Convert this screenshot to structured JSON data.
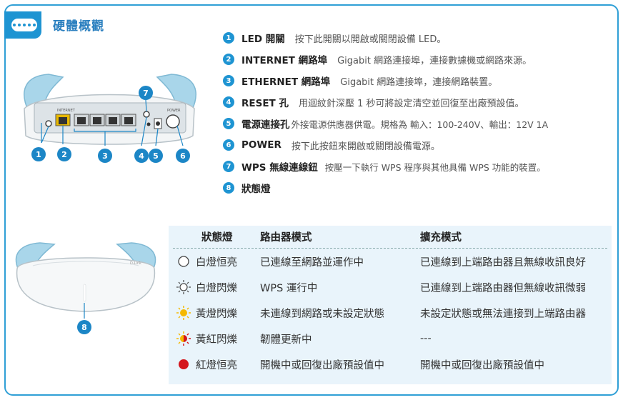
{
  "header": {
    "title": "硬體概觀",
    "logo_icon": "router-icon"
  },
  "features": [
    {
      "num": "1",
      "name": "LED 開關",
      "desc": "按下此開關以開啟或關閉設備 LED。"
    },
    {
      "num": "2",
      "name": "INTERNET 網路埠",
      "desc": "Gigabit 網路連接埠，連接數據機或網路來源。"
    },
    {
      "num": "3",
      "name": "ETHERNET 網路埠",
      "desc": "Gigabit 網路連接埠，連接網路裝置。"
    },
    {
      "num": "4",
      "name": "RESET 孔",
      "desc": "用迴紋針深壓 1 秒可將設定清空並回復至出廠預設值。"
    },
    {
      "num": "5",
      "name": "電源連接孔",
      "desc": "外接電源供應器供電。規格為 輸入：100-240V、輸出：12V 1A"
    },
    {
      "num": "6",
      "name": "POWER",
      "desc": "按下此按鈕來開啟或關閉設備電源。"
    },
    {
      "num": "7",
      "name": "WPS 無線連線鈕",
      "desc": "按壓一下執行 WPS 程序與其他具備 WPS 功能的裝置。"
    },
    {
      "num": "8",
      "name": "狀態燈",
      "desc": ""
    }
  ],
  "rear_callouts": [
    "1",
    "2",
    "3",
    "4",
    "5",
    "6",
    "7"
  ],
  "front_callout": "8",
  "device_labels": {
    "internet": "INTERNET",
    "power": "POWER",
    "dlink": "D-Link"
  },
  "status_table": {
    "headers": [
      "狀態燈",
      "路由器模式",
      "擴充模式"
    ],
    "rows": [
      {
        "icon": "white-solid-icon",
        "light": "白燈恒亮",
        "router": "已連線至網路並運作中",
        "extender": "已連線到上端路由器且無線收訊良好"
      },
      {
        "icon": "white-blink-icon",
        "light": "白燈閃爍",
        "router": "WPS 運行中",
        "extender": "已連線到上端路由器但無線收訊微弱"
      },
      {
        "icon": "amber-blink-icon",
        "light": "黃燈閃爍",
        "router": "未連線到網路或未設定狀態",
        "extender": "未設定狀態或無法連接到上端路由器"
      },
      {
        "icon": "amber-red-blink-icon",
        "light": "黃紅閃爍",
        "router": "韌體更新中",
        "extender": "---"
      },
      {
        "icon": "red-solid-icon",
        "light": "紅燈恒亮",
        "router": "開機中或回復出廠預設值中",
        "extender": "開機中或回復出廠預設值中"
      }
    ]
  },
  "colors": {
    "accent": "#1e94d2",
    "table_bg": "#e9f4fb",
    "amber": "#f5b800",
    "red": "#d4151c"
  }
}
